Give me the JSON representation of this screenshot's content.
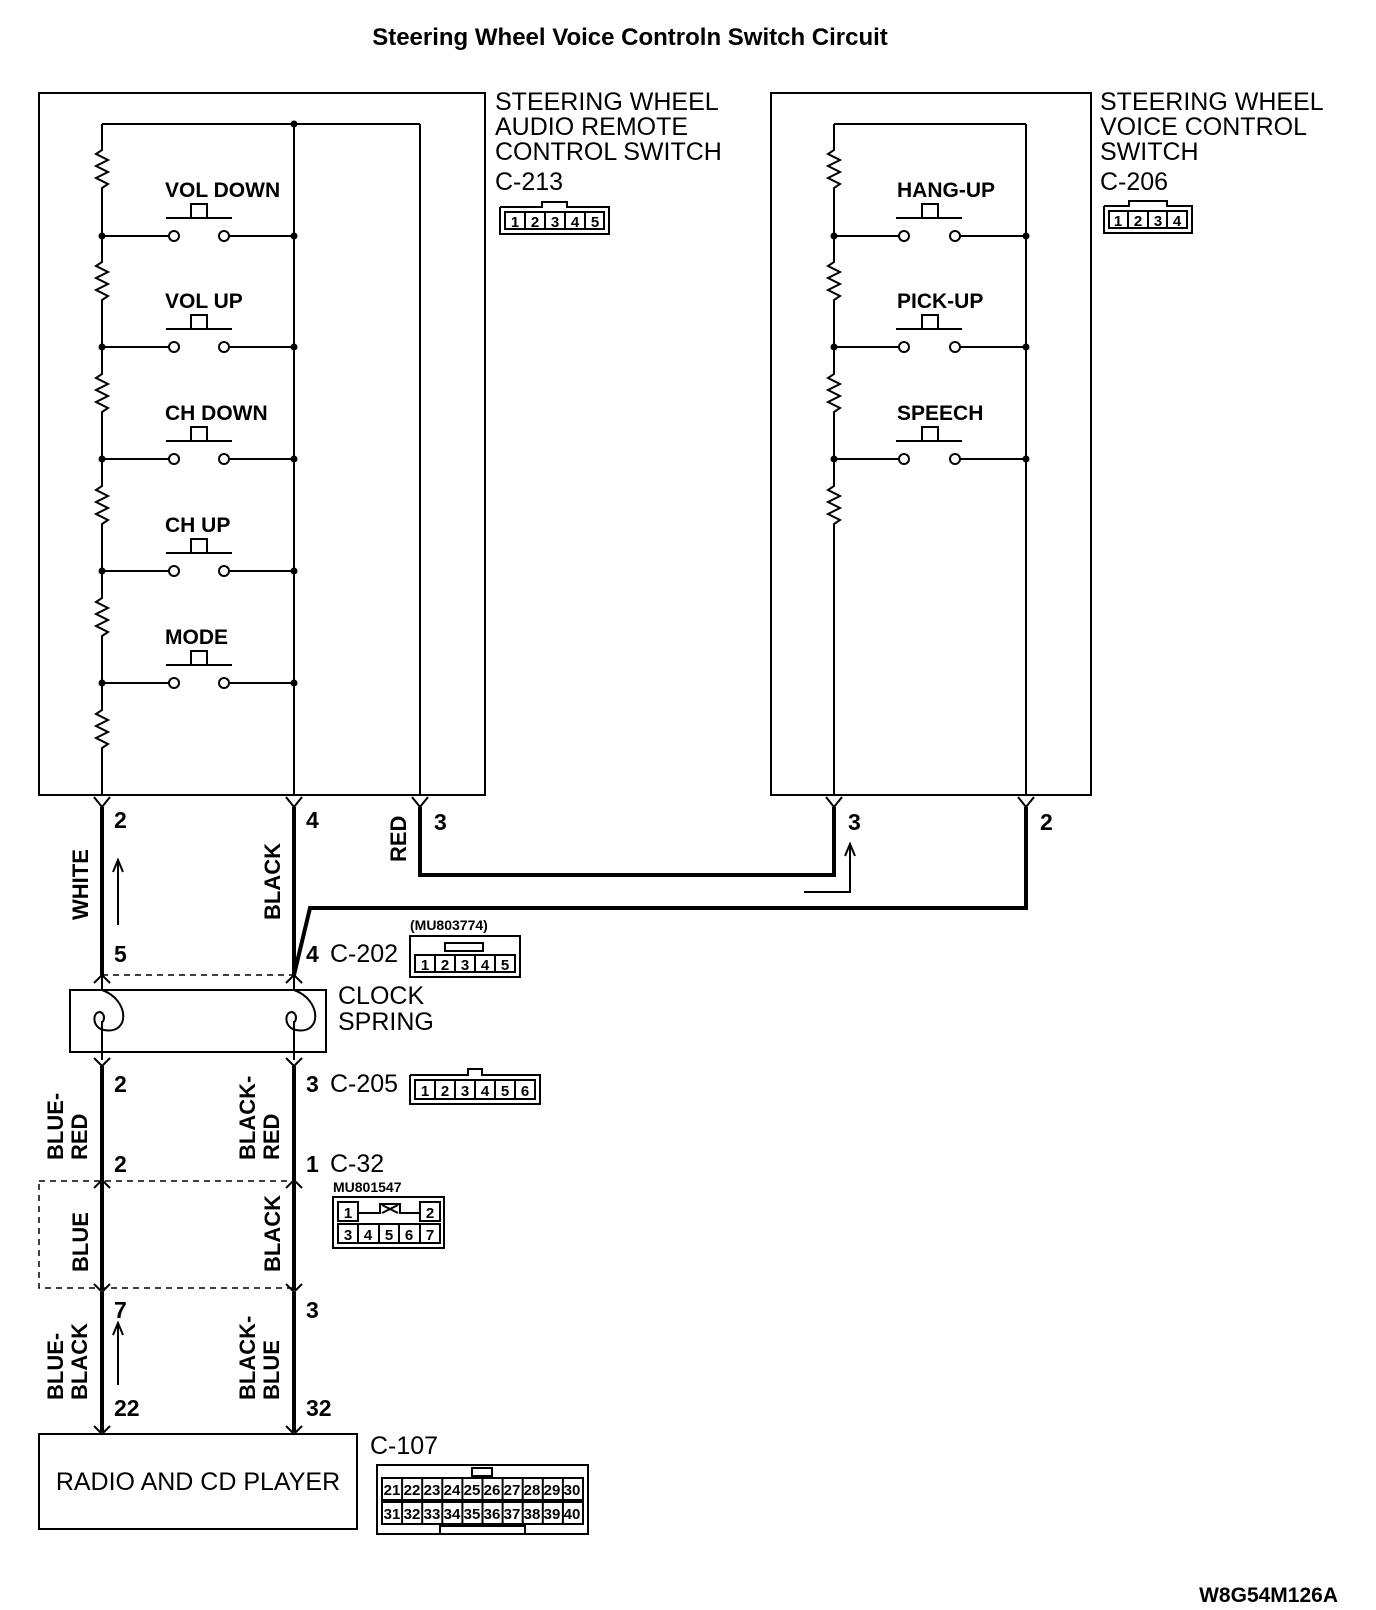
{
  "title": "Steering Wheel Voice Controln Switch Circuit",
  "footer_code": "W8G54M126A",
  "audio_switch": {
    "name_lines": [
      "STEERING WHEEL",
      "AUDIO REMOTE",
      "CONTROL SWITCH"
    ],
    "connector": "C-213",
    "connector_pins": [
      "1",
      "2",
      "3",
      "4",
      "5"
    ],
    "buttons": [
      "VOL DOWN",
      "VOL UP",
      "CH DOWN",
      "CH UP",
      "MODE"
    ],
    "pins": [
      "2",
      "4",
      "3"
    ]
  },
  "voice_switch": {
    "name_lines": [
      "STEERING WHEEL",
      "VOICE CONTROL",
      "SWITCH"
    ],
    "connector": "C-206",
    "connector_pins": [
      "1",
      "2",
      "3",
      "4"
    ],
    "buttons": [
      "HANG-UP",
      "PICK-UP",
      "SPEECH"
    ],
    "pins": [
      "3",
      "2"
    ]
  },
  "wires": {
    "white": "WHITE",
    "black": "BLACK",
    "red": "RED",
    "blue_red": [
      "BLUE-",
      "RED"
    ],
    "black_red": [
      "BLACK-",
      "RED"
    ],
    "blue": "BLUE",
    "black2": "BLACK",
    "blue_black": [
      "BLUE-",
      "BLACK"
    ],
    "black_blue": [
      "BLACK-",
      "BLUE"
    ]
  },
  "c202": {
    "name": "C-202",
    "part": "(MU803774)",
    "pin_left": "5",
    "pin_right": "4",
    "connector_pins": [
      "1",
      "2",
      "3",
      "4",
      "5"
    ]
  },
  "clock_spring": {
    "lines": [
      "CLOCK",
      "SPRING"
    ]
  },
  "c205": {
    "name": "C-205",
    "pin_left": "2",
    "pin_right": "3",
    "connector_pins": [
      "1",
      "2",
      "3",
      "4",
      "5",
      "6"
    ]
  },
  "c32": {
    "name": "C-32",
    "part": "MU801547",
    "pin_left": "2",
    "pin_right": "1",
    "pins_top": [
      "1",
      "2"
    ],
    "pins_bottom": [
      "3",
      "4",
      "5",
      "6",
      "7"
    ]
  },
  "lower_pins": {
    "left_top": "7",
    "right_top": "3",
    "left_bottom": "22",
    "right_bottom": "32"
  },
  "radio": {
    "label": "RADIO AND CD PLAYER",
    "connector": "C-107",
    "pins_top": [
      "21",
      "22",
      "23",
      "24",
      "25",
      "26",
      "27",
      "28",
      "29",
      "30"
    ],
    "pins_bottom": [
      "31",
      "32",
      "33",
      "34",
      "35",
      "36",
      "37",
      "38",
      "39",
      "40"
    ]
  }
}
